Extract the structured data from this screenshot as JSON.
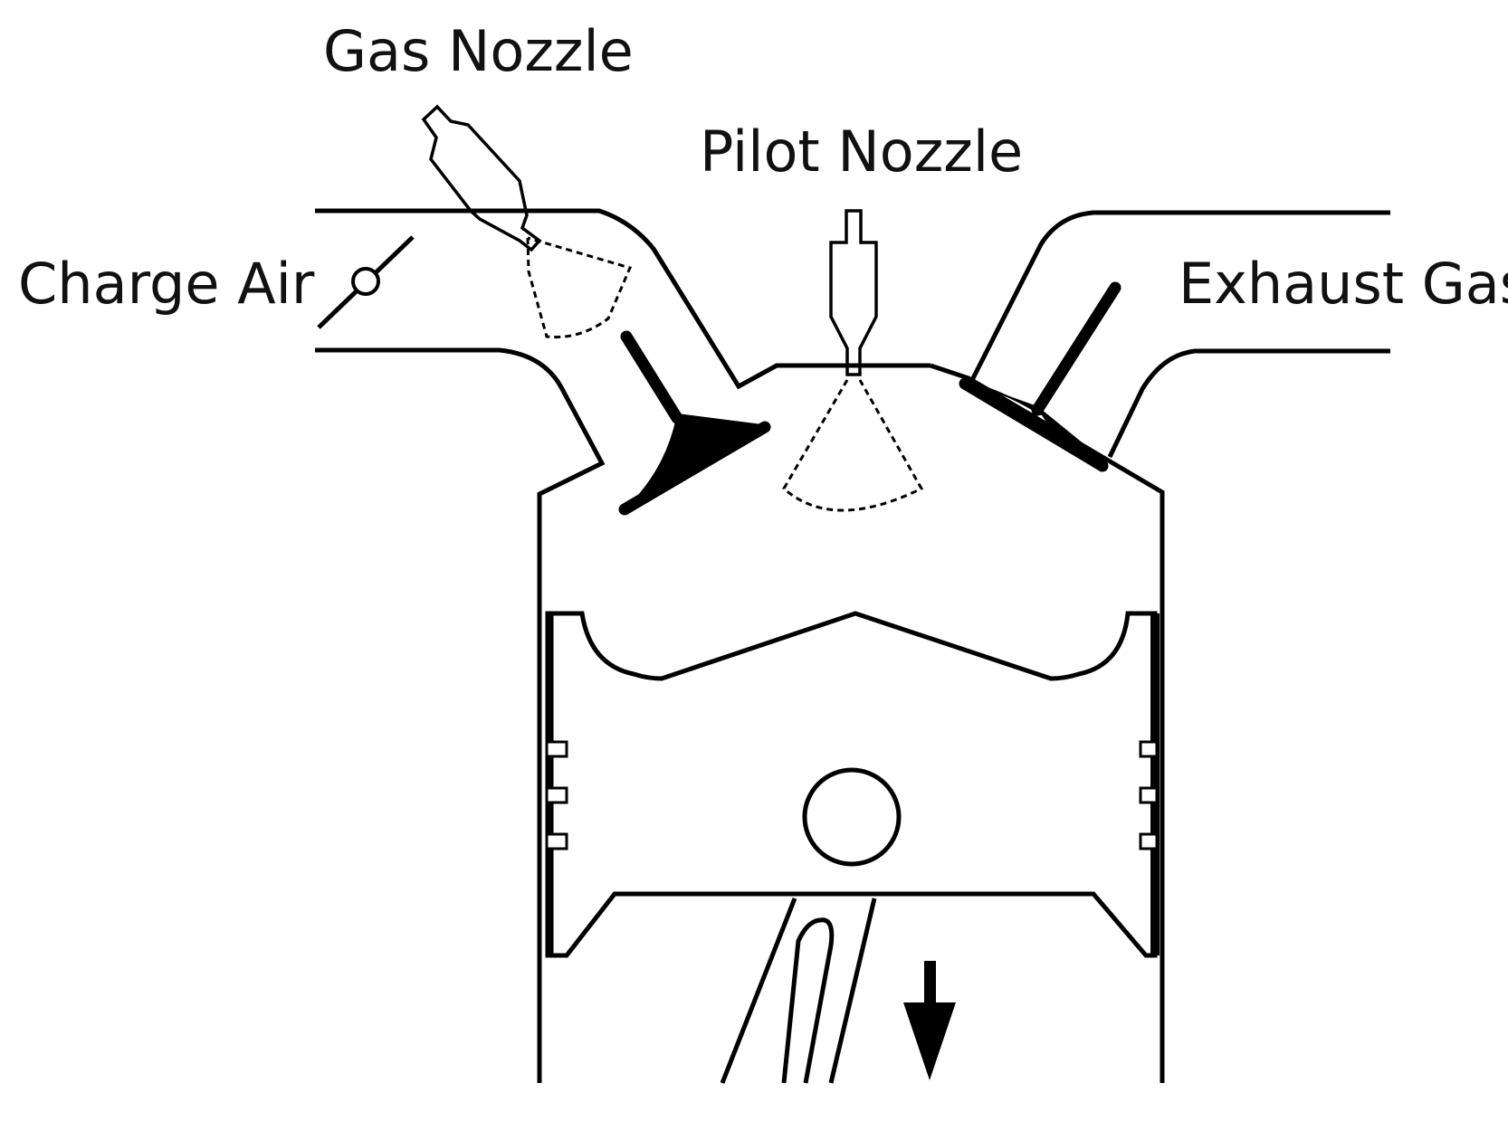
{
  "labels": {
    "gas_nozzle": "Gas Nozzle",
    "pilot_nozzle": "Pilot Nozzle",
    "charge_air": "Charge Air",
    "exhaust_gas": "Exhaust Gas"
  },
  "colors": {
    "line": "#000000",
    "background": "#ffffff"
  }
}
